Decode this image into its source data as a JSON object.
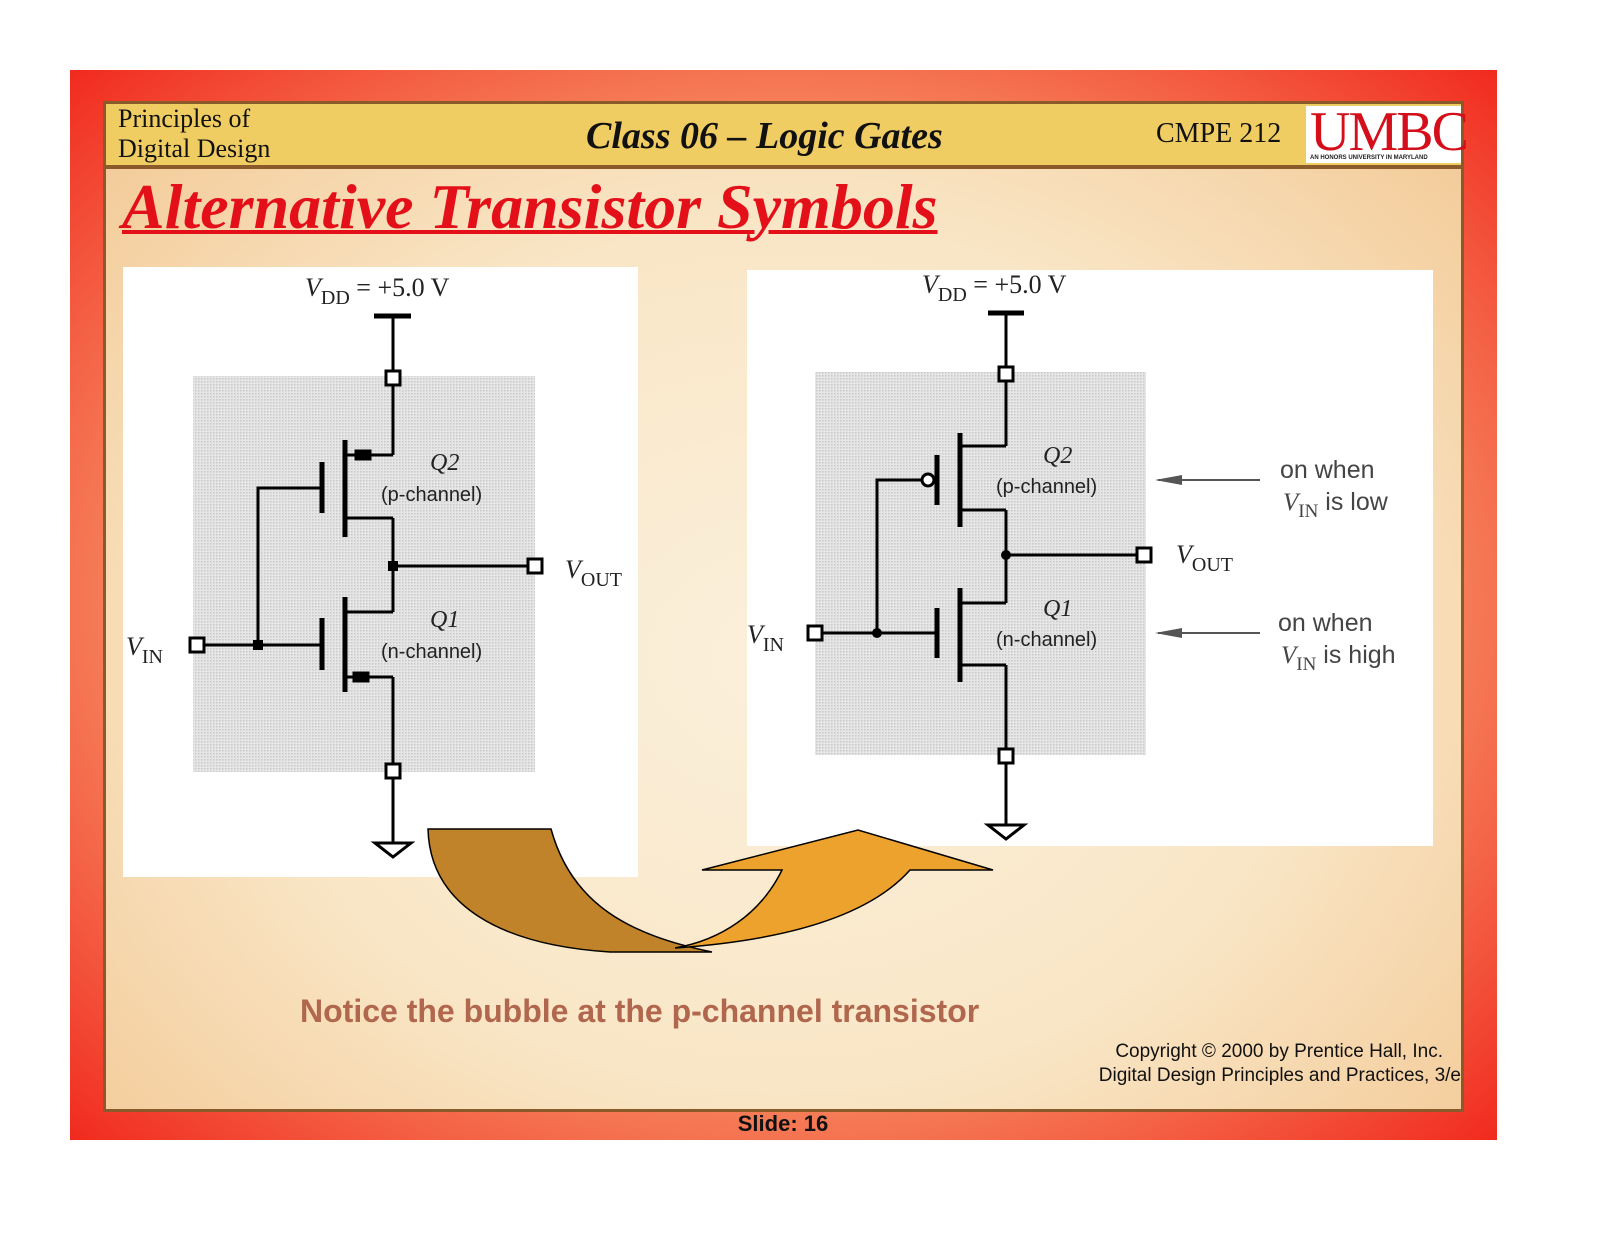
{
  "header": {
    "course_line1": "Principles of",
    "course_line2": "Digital Design",
    "class_title": "Class 06 – Logic Gates",
    "course_code": "CMPE 212",
    "logo_text": "UMBC",
    "logo_tagline": "AN HONORS UNIVERSITY IN MARYLAND"
  },
  "title": "Alternative Transistor Symbols",
  "left_diagram": {
    "vdd": "V",
    "vdd_sub": "DD",
    "vdd_value": " = +5.0 V",
    "q2": "Q2",
    "q2_type": "(p-channel)",
    "q1": "Q1",
    "q1_type": "(n-channel)",
    "vout": "V",
    "vout_sub": "OUT",
    "vin": "V",
    "vin_sub": "IN"
  },
  "right_diagram": {
    "vdd": "V",
    "vdd_sub": "DD",
    "vdd_value": " = +5.0 V",
    "q2": "Q2",
    "q2_type": "(p-channel)",
    "q1": "Q1",
    "q1_type": "(n-channel)",
    "vout": "V",
    "vout_sub": "OUT",
    "vin": "V",
    "vin_sub": "IN",
    "note_low_line1": "on when",
    "note_low_v": "V",
    "note_low_sub": "IN",
    "note_low_rest": " is low",
    "note_high_line1": "on when",
    "note_high_v": "V",
    "note_high_sub": "IN",
    "note_high_rest": " is high"
  },
  "notice": "Notice the bubble at the p-channel transistor",
  "copyright_line1": "Copyright © 2000 by Prentice Hall, Inc.",
  "copyright_line2": "Digital Design Principles and Practices, 3/e",
  "slide_number": "Slide: 16",
  "colors": {
    "title_red": "#e3101a",
    "header_yellow": "#f0cd62",
    "arrow_brown": "#c0832a",
    "arrow_orange": "#eea22e"
  }
}
